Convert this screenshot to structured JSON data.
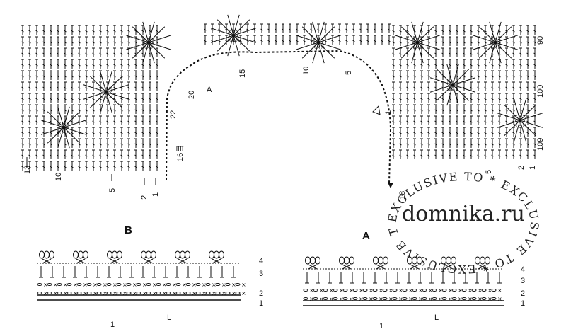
{
  "main_chart": {
    "row_labels_left": [
      "13",
      "10",
      "5",
      "2",
      "1"
    ],
    "row_labels_right": [
      "90",
      "100",
      "109",
      "5",
      "2",
      "1"
    ],
    "mid_labels": [
      "20",
      "15",
      "10",
      "5",
      "1"
    ],
    "marker_A": "A",
    "marker_22": "22",
    "marker_16": "16目",
    "marker_18": "18"
  },
  "edging": {
    "left_title": "B",
    "right_title": "A",
    "row_labels": [
      "4",
      "3",
      "2",
      "1"
    ],
    "repeat_label": "1",
    "start_marker": "L"
  },
  "watermark": {
    "site": "domnika.ru",
    "circle_text": "EXCLUSIVE TO * EXCLUSIVE TO * EXCLUSIVE TO *"
  }
}
